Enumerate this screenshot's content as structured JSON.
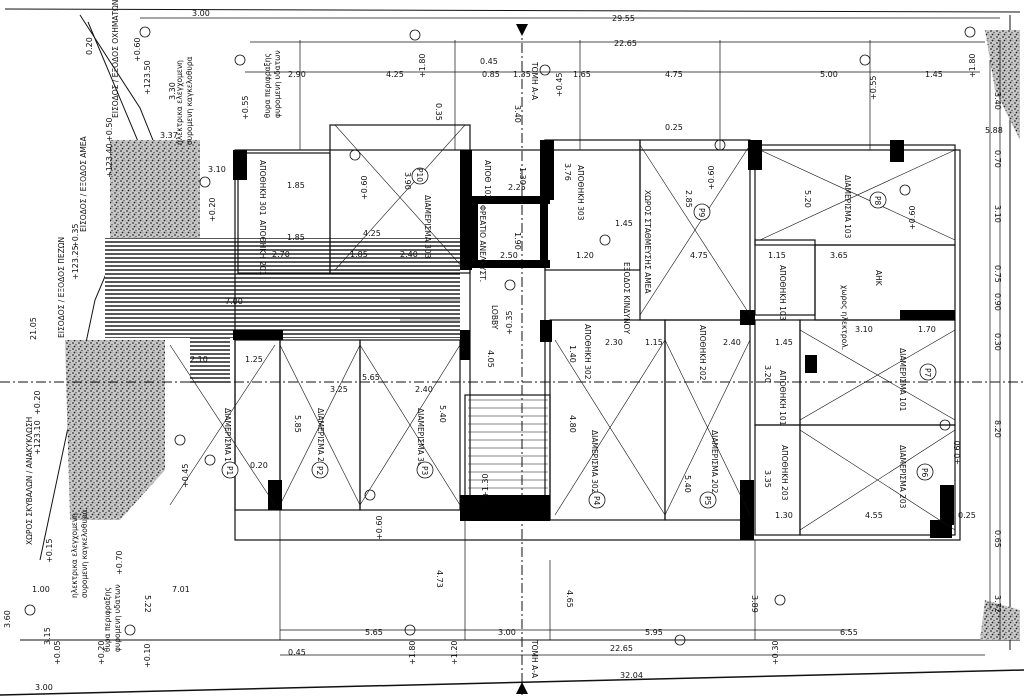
{
  "top_dims": {
    "d1": "3.00",
    "d2": "29.55",
    "d3": "22.65",
    "d4": "2.90",
    "d5": "4.25",
    "d6": "0.85",
    "d7": "1.35",
    "d8": "1.65",
    "d9": "4.75",
    "d10": "5.00",
    "d11": "1.45",
    "d12": "0.45"
  },
  "right_dims": {
    "r1": "3.40",
    "r2": "5.88",
    "r3": "0.70",
    "r4": "3.10",
    "r5": "0.75",
    "r6": "0.90",
    "r7": "0.30",
    "r8": "8.20",
    "r9": "0.65",
    "r10": "3.72"
  },
  "bottom_dims": {
    "b1": "5.65",
    "b2": "3.00",
    "b3": "5.95",
    "b4": "6.55",
    "b5": "22.65",
    "b6": "0.45",
    "b7": "32.04",
    "b8": "3.00"
  },
  "inner_dims": {
    "i1": "3.10",
    "i2": "1.85",
    "i3": "1.85",
    "i4": "4.25",
    "i5": "2.70",
    "i6": "1.85",
    "i7": "2.40",
    "i8": "2.50",
    "i9": "1.20",
    "i10": "7.00",
    "i11": "2.10",
    "i12": "1.25",
    "i13": "3.25",
    "i14": "2.40",
    "i15": "5.65",
    "i16": "5.85",
    "i17": "5.40",
    "i18": "4.80",
    "i19": "5.40",
    "i20": "2.30",
    "i21": "1.15",
    "i22": "2.40",
    "i23": "1.45",
    "i24": "3.10",
    "i25": "1.70",
    "i26": "4.55",
    "i27": "1.30",
    "i28": "0.25",
    "i29": "3.20",
    "i30": "3.35",
    "i31": "1.45",
    "i32": "4.75",
    "i33": "5.20",
    "i34": "3.65",
    "i35": "1.15",
    "i36": "4.65",
    "i37": "3.89",
    "i38": "4.73",
    "i39": "7.01",
    "i40": "5.22",
    "i41": "0.20",
    "i42": "3.76",
    "i43": "3.90",
    "i44": "2.85",
    "i45": "3.40",
    "i46": "1.90",
    "i47": "2.25",
    "i48": "1.30",
    "i49": "0.35",
    "i50": "0.25",
    "i51": "4.05",
    "i52": "1.40"
  },
  "levels": {
    "l1": "+0.60",
    "l2": "+123.50",
    "l3": "+0.50",
    "l4": "+123.40",
    "l5": "+0.35",
    "l6": "+123.25",
    "l7": "+0.20",
    "l8": "+123.10",
    "l9": "+0.55",
    "l10": "+0.60",
    "l11": "+1.80",
    "l12": "+0.45",
    "l13": "+0.55",
    "l14": "+0.60",
    "l15": "+0.60",
    "l16": "+0.45",
    "l17": "+0.60",
    "l18": "+0.30",
    "l19": "+1.20",
    "l20": "+0.05",
    "l21": "+0.10",
    "l22": "+0.20",
    "l23": "+0.70",
    "l24": "+1.80",
    "l25": "+0.60",
    "l26": "+1.80",
    "l27": "+0.15",
    "l28": "+0.20",
    "l29": "+0.35",
    "l30": "+1.30"
  },
  "labels": {
    "entrance_vehicles": "ΕΙΣΟΔΟΣ / ΕΞΟΔΟΣ ΟΧΗΜΑΤΩΝ",
    "entrance_amea": "ΕΙΣΟΔΟΣ / ΕΞΟΔΟΣ ΑΜΕΑ",
    "entrance_pedestrians": "ΕΙΣΟΔΟΣ / ΕΞΟΔΟΣ ΠΕΖΩΝ",
    "bins": "ΧΩΡΟΣ ΣΚΥΒΑΛΩΝ / ΑΝΑΚΥΚΛΩΣΗ",
    "gate_top_1": "ηλεκτρικα ελεγχομενη",
    "gate_top_2": "συρομενη καγκελοθυρα",
    "gate_top_3": "θυρα περιφραξης",
    "gate_top_4": "φυρομενη υδατων",
    "gate_bot_1": "ηλεκτρικα ελεγχομενη",
    "gate_bot_2": "συρομενη καγκελοθυρα",
    "gate_bot_3": "θυρα περιφραξης",
    "gate_bot_4": "φυρομενη υδατων",
    "section_top": "ΤΟΜΗ Α-Α",
    "section_bot": "ΤΟΜΗ Α-Α",
    "storage_301": "ΑΠΟΘΗΚΗ 301",
    "storage_201": "ΑΠΟΘΗΚΗ 201",
    "apt_303": "ΔΙΑΜΕΡΙΣΜΑ 303",
    "storage_102": "ΑΠΟΘ 102",
    "elevator": "ΦΡΕΑΤΙΟ ΑΝΕΛΚΥΣΤ.",
    "storage_303": "ΑΠΟΘΗΚΗ 303",
    "parking_amea": "ΧΩΡΟΣ ΣΤΑΘΜΕΥΣΗΣ ΑΜΕΑ",
    "emergency_exit": "ΕΞΟΔΟΣ ΚΙΝΔΥΝΟΥ",
    "apt_103": "ΔΙΑΜΕΡΙΣΜΑ 103",
    "storage_103": "ΑΠΟΘΗΚΗ 103",
    "electric_room": "χωρος ηλεκτρολ.",
    "ahk": "ΑΗΚ",
    "lobby": "LOBBY",
    "storage_302": "ΑΠΟΘΗΚΗ 302",
    "storage_202": "ΑΠΟΘΗΚΗ 202",
    "apt_101": "ΔΙΑΜΕΡΙΣΜΑ 101",
    "storage_101": "ΑΠΟΘΗΚΗ 101",
    "apt_102": "ΔΙΑΜΕΡΙΣΜΑ 102",
    "apt_201": "ΔΙΑΜΕΡΙΣΜΑ 201",
    "apt_301": "ΔΙΑΜΕΡΙΣΜΑ 301",
    "apt_302": "ΔΙΑΜΕΡΙΣΜΑ 302",
    "apt_202": "ΔΙΑΜΕΡΙΣΜΑ 202",
    "storage_203": "ΑΠΟΘΗΚΗ 203",
    "apt_203": "ΔΙΑΜΕΡΙΣΜΑ 203",
    "p1": "P1",
    "p2": "P2",
    "p3": "P3",
    "p4": "P4",
    "p5": "P5",
    "p6": "P6",
    "p7": "P7",
    "p8": "P8",
    "p9": "P9",
    "p10": "P10",
    "misc_21": "21.05",
    "misc_020": "0.20",
    "misc_100": "1.00",
    "misc_360": "3.60",
    "misc_315": "3.15",
    "misc_337": "3.37",
    "misc_330": "3.30"
  },
  "colors": {
    "ink": "#111111",
    "wall": "#000000",
    "bg": "#ffffff"
  }
}
